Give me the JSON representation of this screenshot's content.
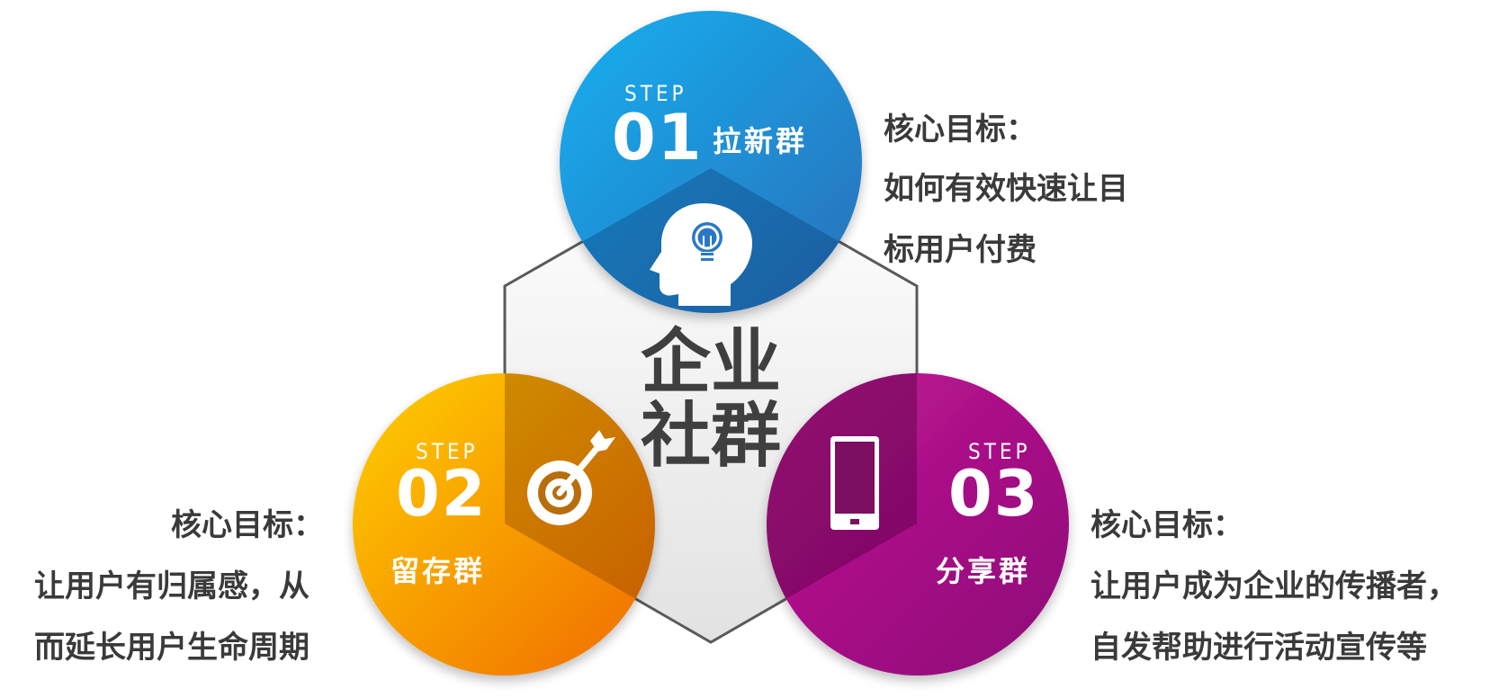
{
  "center": {
    "line1": "企业",
    "line2": "社群"
  },
  "steps": [
    {
      "word": "STEP",
      "number": "01",
      "name": "拉新群",
      "color_start": "#1aa7ee",
      "color_end": "#1d6fb3",
      "icon": "head-lightbulb-icon",
      "goal_title": "核心目标：",
      "goal_lines": [
        "如何有效快速让目",
        "标用户付费"
      ]
    },
    {
      "word": "STEP",
      "number": "02",
      "name": "留存群",
      "color_start": "#ffc800",
      "color_end": "#f07a00",
      "icon": "target-dart-icon",
      "goal_title": "核心目标：",
      "goal_lines": [
        "让用户有归属感，从",
        "而延长用户生命周期"
      ]
    },
    {
      "word": "STEP",
      "number": "03",
      "name": "分享群",
      "color_start": "#c01a8f",
      "color_end": "#8a0a6a",
      "icon": "smartphone-icon",
      "goal_title": "核心目标：",
      "goal_lines": [
        "让用户成为企业的传播者，",
        "自发帮助进行活动宣传等"
      ]
    }
  ]
}
